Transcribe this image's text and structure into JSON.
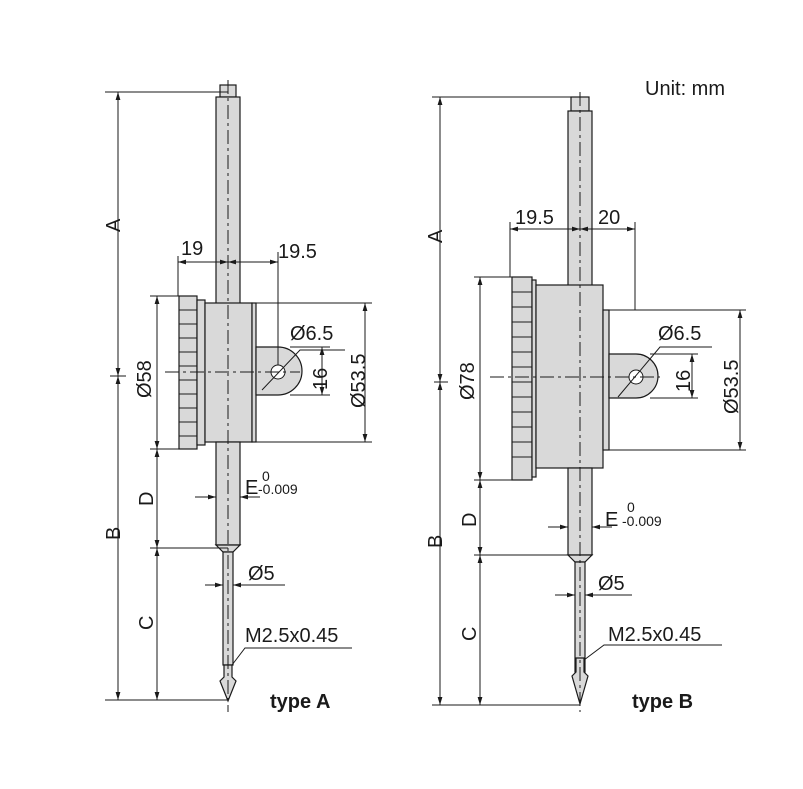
{
  "unit_label": "Unit: mm",
  "type_a": {
    "label": "type A",
    "dims": {
      "A": "A",
      "B": "B",
      "C": "C",
      "D": "D",
      "w1": "19",
      "w2": "19.5",
      "dia_bezel": "Ø58",
      "dia_back": "Ø53.5",
      "lug_height": "16",
      "hole": "Ø6.5",
      "E": "E",
      "E_upper": "0",
      "E_lower": "-0.009",
      "stem": "Ø5",
      "thread": "M2.5x0.45"
    }
  },
  "type_b": {
    "label": "type B",
    "dims": {
      "A": "A",
      "B": "B",
      "C": "C",
      "D": "D",
      "w1": "19.5",
      "w2": "20",
      "dia_bezel": "Ø78",
      "dia_back": "Ø53.5",
      "lug_height": "16",
      "hole": "Ø6.5",
      "E": "E",
      "E_upper": "0",
      "E_lower": "-0.009",
      "stem": "Ø5",
      "thread": "M2.5x0.45"
    }
  }
}
